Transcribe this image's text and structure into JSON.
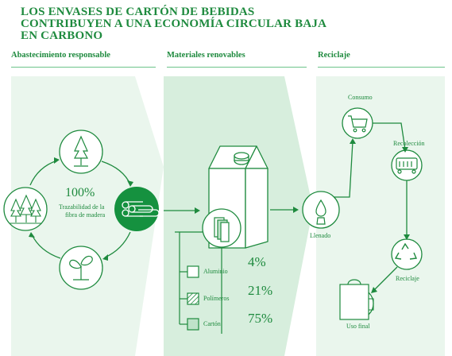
{
  "title": {
    "line1": "LOS ENVASES DE CARTÓN DE BEBIDAS",
    "line2": "CONTRIBUYEN A UNA ECONOMÍA CIRCULAR BAJA",
    "line3": "EN CARBONO"
  },
  "sections": [
    {
      "label": "Abastecimiento responsable"
    },
    {
      "label": "Materiales renovables"
    },
    {
      "label": "Reciclaje"
    }
  ],
  "sourcing": {
    "stat": "100%",
    "stat_label_line1": "Trazabilidad de la",
    "stat_label_line2": "fibra de madera"
  },
  "materials": [
    {
      "name": "Aluminio",
      "percent": "4%"
    },
    {
      "name": "Polímeros",
      "percent": "21%"
    },
    {
      "name": "Cartón",
      "percent": "75%"
    }
  ],
  "recycling": {
    "steps": [
      {
        "label": "Consumo"
      },
      {
        "label": "Recolección"
      },
      {
        "label": "Reciclaje"
      },
      {
        "label": "Uso final"
      },
      {
        "label": "Llenado"
      }
    ]
  },
  "colors": {
    "green": "#1e8a3e",
    "panel_light": "#eaf6ed",
    "panel_mid": "#d6eedc",
    "accent_dark": "#15913f"
  }
}
